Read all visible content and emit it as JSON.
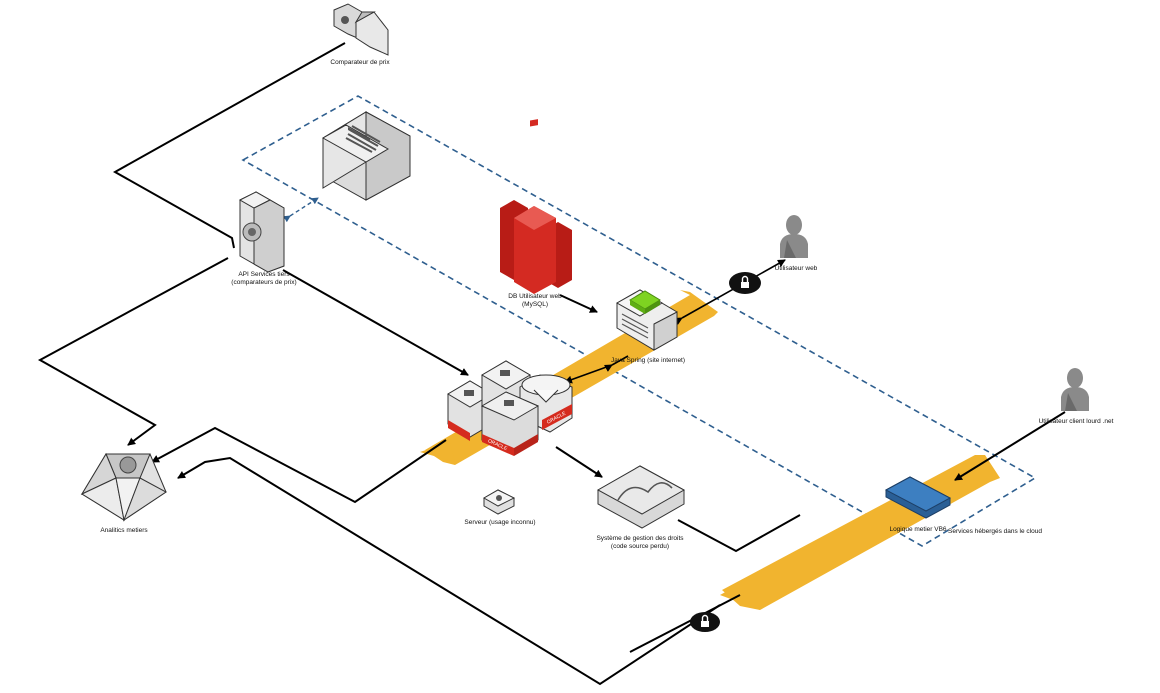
{
  "labels": {
    "price_comparator": "Comparateur de prix",
    "api_services_line1": "API Services tiers",
    "api_services_line2": "(comparateurs de prix)",
    "db_user_line1": "DB Utilisateur web",
    "db_user_line2": "(MySQL)",
    "web_user": "Utilisateur web",
    "java_spring": "Java Spring (site internet)",
    "server_unknown": "Serveur (usage inconnu)",
    "rights_line1": "Système de gestion des droits",
    "rights_line2": "(code source perdu)",
    "analytics": "Analitics metiers",
    "thick_client_user": "Utilisateur client lourd .net",
    "vb6_logic": "Logique metier VB6",
    "cloud_services": "Services hébergés dans le cloud"
  },
  "badges": {
    "oracle": "ORACLE"
  },
  "colors": {
    "bus": "#f1b42f",
    "cloud_border": "#2f5f8f",
    "oracle_red": "#d52b1e",
    "mysql_red": "#c8201a",
    "vb6_blue": "#3d7fc1",
    "java_green": "#7ed321",
    "user_gray": "#8a8a8a",
    "line": "#000000"
  },
  "icons": [
    "cloud-server-icon",
    "mainframe-icon",
    "api-server-icon",
    "mysql-db-icon",
    "java-spring-icon",
    "oracle-db-cluster-icon",
    "unknown-server-icon",
    "rights-system-icon",
    "analytics-icon",
    "web-user-icon",
    "thick-client-user-icon",
    "vb6-logic-icon",
    "lock-icon"
  ]
}
